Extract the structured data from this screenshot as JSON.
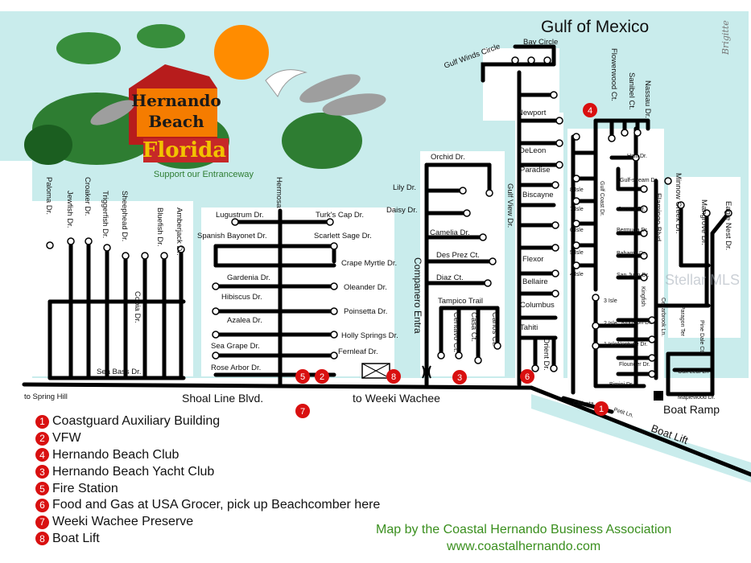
{
  "map": {
    "water_label": "Gulf of Mexico",
    "colors": {
      "land": "#ffffff",
      "water": "#c9ecec",
      "road": "#000000",
      "marker": "#d91010",
      "credit_green": "#3a8f1e"
    },
    "logo": {
      "line1": "Hernando",
      "line2": "Beach",
      "line3": "Florida",
      "tagline": "Support our Entranceway"
    },
    "signature": "Brigitte",
    "watermark": "Stellar MLS",
    "main_roads": [
      {
        "id": "shoal-line",
        "label": "Shoal Line Blvd."
      },
      {
        "id": "spring-hill",
        "label": "to Spring Hill"
      },
      {
        "id": "weeki-wachee-road",
        "label": "to Weeki Wachee"
      },
      {
        "id": "boat-lift-road",
        "label": "Boat Lift"
      },
      {
        "id": "boat-ramp",
        "label": "Boat Ramp"
      }
    ],
    "streets": [
      "Paloma Dr.",
      "Jewfish Dr.",
      "Croaker Dr.",
      "Triggerfish Dr.",
      "Sheephead Dr.",
      "Cobia Dr.",
      "Bluefish Dr.",
      "Amberjack Dr.",
      "Sea Bass Dr.",
      "Hermosa",
      "Lugustrum Dr.",
      "Turk's Cap Dr.",
      "Spanish Bayonet Dr.",
      "Scarlett Sage Dr.",
      "Crape Myrtle Dr.",
      "Gardenia Dr.",
      "Oleander Dr.",
      "Hibiscus Dr.",
      "Poinsetta Dr.",
      "Azalea Dr.",
      "Holly Springs Dr.",
      "Sea Grape Dr.",
      "Fernleaf Dr.",
      "Rose Arbor Dr.",
      "Orchid Dr.",
      "Lily Dr.",
      "Daisy Dr.",
      "Camelia Dr.",
      "Des Prez Ct.",
      "Diaz Ct.",
      "Tampico Trail",
      "Centavo Ct.",
      "Casa Ct.",
      "Carlos Ct.",
      "Companero Entra",
      "Gulf Winds Circle",
      "Bay Circle",
      "Newport",
      "DeLeon",
      "Paradise",
      "Gulf View Dr.",
      "Biscayne",
      "Flexor",
      "Bellaire",
      "Columbus",
      "Tahiti",
      "Orient Dr.",
      "Flowerwood Ct.",
      "Sanibel Ct.",
      "Nassau Dr.",
      "Haiti Dr.",
      "Gulf-stream Dr.",
      "Jacona Dr.",
      "Bermuda Dr.",
      "Bahama Dr.",
      "San Juan Dr.",
      "Kingfish",
      "Kingston Dr.",
      "Neptune Dr.",
      "Flounder Dr.",
      "Bimini Dr.",
      "Flamingo Blvd.",
      "Minnow Creek Dr.",
      "Mangrove Dr.",
      "Eagle Nest Dr.",
      "Cedarbrook Ln.",
      "Paragon Ter",
      "Pine Dale Ct",
      "Oak Leaf Ln",
      "Maplewood Dr.",
      "Calienta",
      "Petit Ln.",
      "8 Isle",
      "7 Isle",
      "6 Isle",
      "5 Isle",
      "4 Isle",
      "3 Isle",
      "2 Isle",
      "1 Isle",
      "Gulf Coast Dr."
    ],
    "markers": [
      {
        "num": "5",
        "place": "Fire Station"
      },
      {
        "num": "2",
        "place": "VFW"
      },
      {
        "num": "8",
        "place": "Boat Lift"
      },
      {
        "num": "3",
        "place": "Hernando Beach Yacht Club"
      },
      {
        "num": "6",
        "place": "Food and Gas at USA Grocer, pick up Beachcomber here"
      },
      {
        "num": "4",
        "place": "Hernando Beach Club"
      },
      {
        "num": "1",
        "place": "Coastguard Auxiliary Building"
      },
      {
        "num": "7",
        "place": "Weeki Wachee Preserve"
      }
    ]
  },
  "legend": [
    {
      "num": "1",
      "label": "Coastguard Auxiliary Building"
    },
    {
      "num": "2",
      "label": "VFW"
    },
    {
      "num": "4",
      "label": "Hernando Beach Club"
    },
    {
      "num": "3",
      "label": "Hernando Beach Yacht Club"
    },
    {
      "num": "5",
      "label": "Fire Station"
    },
    {
      "num": "6",
      "label": "Food and Gas at USA Grocer, pick up Beachcomber here"
    },
    {
      "num": "7",
      "label": "Weeki Wachee Preserve"
    },
    {
      "num": "8",
      "label": "Boat Lift"
    }
  ],
  "credit": {
    "line1": "Map by the Coastal Hernando Business Association",
    "line2": "www.coastalhernando.com"
  }
}
